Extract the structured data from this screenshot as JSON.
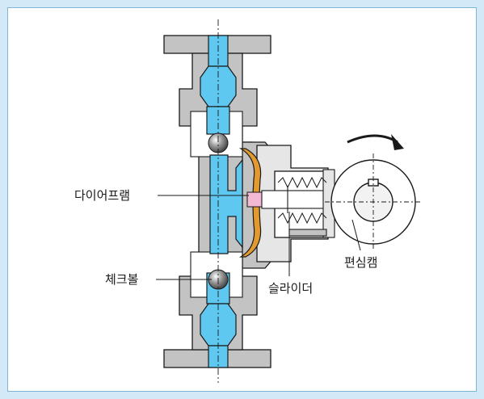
{
  "labels": {
    "diaphragm": "다이어프램",
    "check_ball": "체크볼",
    "slider": "슬라이더",
    "eccentric_cam": "편심캠"
  },
  "colors": {
    "background": "#d4e9f7",
    "panel_border": "#7fb6d8",
    "body_gray": "#c3c3c3",
    "fluid_blue": "#5ec8f0",
    "diaphragm_orange": "#e29a2e",
    "outline": "#1a1a1a"
  },
  "icons": {
    "rotation": "curved-arrow-clockwise"
  }
}
